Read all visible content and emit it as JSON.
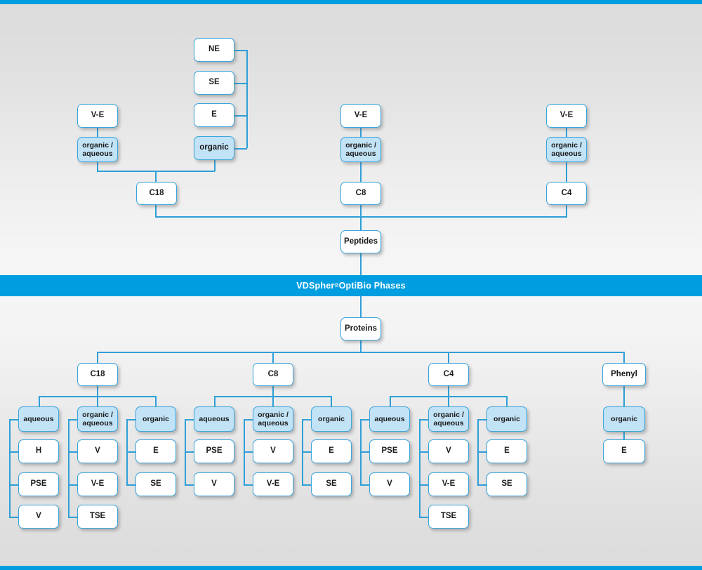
{
  "banner": {
    "brand": "VDSpher",
    "registered": "®",
    "rest": " OptiBio Phases"
  },
  "diagram": {
    "type": "hierarchy-flowchart",
    "accent_color": "#009ee0",
    "line_color": "#2e9fd8",
    "node_fill_white": "#ffffff",
    "node_fill_blue": "#c2e2f5",
    "top_root": "Peptides",
    "bottom_root": "Proteins"
  },
  "peptides": {
    "root": "Peptides",
    "columns": [
      {
        "phase": "C18",
        "groups": [
          {
            "modifier": "organic / aqueous",
            "modifier_l1": "organic /",
            "modifier_l2": "aqueous",
            "filled": true,
            "items": [
              "V-E"
            ]
          },
          {
            "modifier": "organic",
            "modifier_l1": "organic",
            "modifier_l2": "",
            "filled": true,
            "items": [
              "NE",
              "SE",
              "E"
            ]
          }
        ]
      },
      {
        "phase": "C8",
        "groups": [
          {
            "modifier": "organic / aqueous",
            "modifier_l1": "organic /",
            "modifier_l2": "aqueous",
            "filled": true,
            "items": [
              "V-E"
            ]
          }
        ]
      },
      {
        "phase": "C4",
        "groups": [
          {
            "modifier": "organic / aqueous",
            "modifier_l1": "organic /",
            "modifier_l2": "aqueous",
            "filled": true,
            "items": [
              "V-E"
            ]
          }
        ]
      }
    ]
  },
  "proteins": {
    "root": "Proteins",
    "columns": [
      {
        "phase": "C18",
        "groups": [
          {
            "modifier_l1": "aqueous",
            "modifier_l2": "",
            "filled": true,
            "items": [
              "H",
              "PSE",
              "V"
            ]
          },
          {
            "modifier_l1": "organic /",
            "modifier_l2": "aqueous",
            "filled": true,
            "items": [
              "V",
              "V-E",
              "TSE"
            ]
          },
          {
            "modifier_l1": "organic",
            "modifier_l2": "",
            "filled": true,
            "items": [
              "E",
              "SE"
            ]
          }
        ]
      },
      {
        "phase": "C8",
        "groups": [
          {
            "modifier_l1": "aqueous",
            "modifier_l2": "",
            "filled": true,
            "items": [
              "PSE",
              "V"
            ]
          },
          {
            "modifier_l1": "organic /",
            "modifier_l2": "aqueous",
            "filled": true,
            "items": [
              "V",
              "V-E"
            ]
          },
          {
            "modifier_l1": "organic",
            "modifier_l2": "",
            "filled": true,
            "items": [
              "E",
              "SE"
            ]
          }
        ]
      },
      {
        "phase": "C4",
        "groups": [
          {
            "modifier_l1": "aqueous",
            "modifier_l2": "",
            "filled": true,
            "items": [
              "PSE",
              "V"
            ]
          },
          {
            "modifier_l1": "organic /",
            "modifier_l2": "aqueous",
            "filled": true,
            "items": [
              "V",
              "V-E",
              "TSE"
            ]
          },
          {
            "modifier_l1": "organic",
            "modifier_l2": "",
            "filled": true,
            "items": [
              "E",
              "SE"
            ]
          }
        ]
      },
      {
        "phase": "Phenyl",
        "groups": [
          {
            "modifier_l1": "organic",
            "modifier_l2": "",
            "filled": true,
            "items": [
              "E"
            ]
          }
        ]
      }
    ]
  },
  "labels": {
    "ne": "NE",
    "se": "SE",
    "e": "E",
    "organic": "organic",
    "organic_aqueous_1": "organic /",
    "organic_aqueous_2": "aqueous",
    "aqueous": "aqueous",
    "ve": "V-E",
    "v": "V",
    "h": "H",
    "pse": "PSE",
    "tse": "TSE",
    "c18": "C18",
    "c8": "C8",
    "c4": "C4",
    "phenyl": "Phenyl",
    "peptides": "Peptides",
    "proteins": "Proteins"
  }
}
